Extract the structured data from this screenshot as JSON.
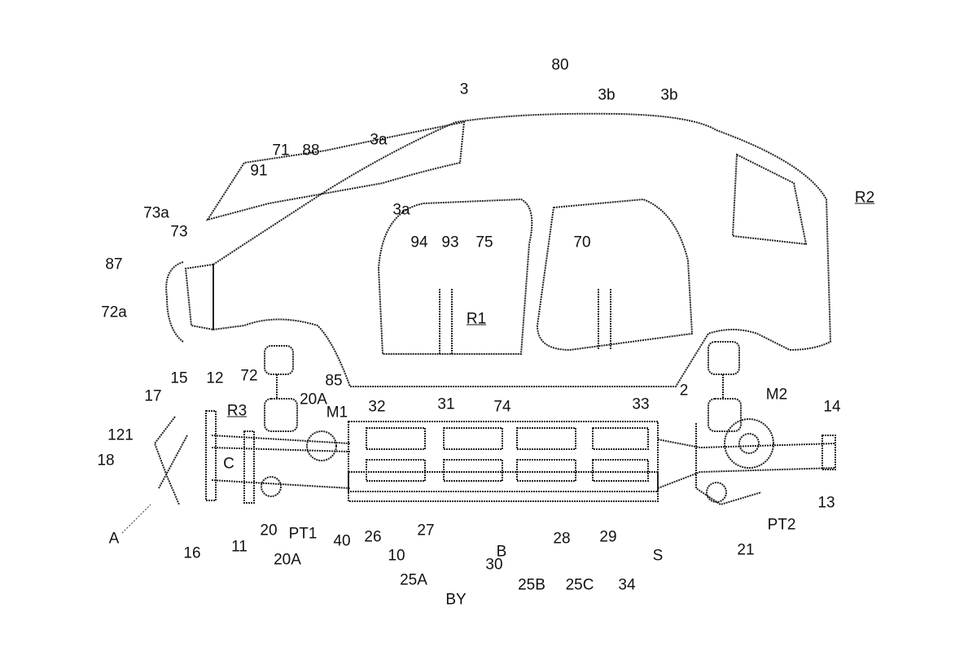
{
  "figure": {
    "labels": [
      "3",
      "80",
      "3b",
      "3b",
      "3a",
      "71",
      "88",
      "91",
      "3a",
      "73a",
      "73",
      "94",
      "93",
      "75",
      "70",
      "R2",
      "87",
      "72a",
      "R1",
      "72",
      "85",
      "15",
      "12",
      "17",
      "R3",
      "20A",
      "M1",
      "32",
      "31",
      "74",
      "33",
      "2",
      "M2",
      "14",
      "121",
      "18",
      "C",
      "A",
      "16",
      "11",
      "20",
      "PT1",
      "20A",
      "40",
      "26",
      "10",
      "25A",
      "BY",
      "27",
      "30",
      "B",
      "28",
      "25B",
      "29",
      "25C",
      "34",
      "S",
      "21",
      "PT2",
      "13"
    ]
  }
}
